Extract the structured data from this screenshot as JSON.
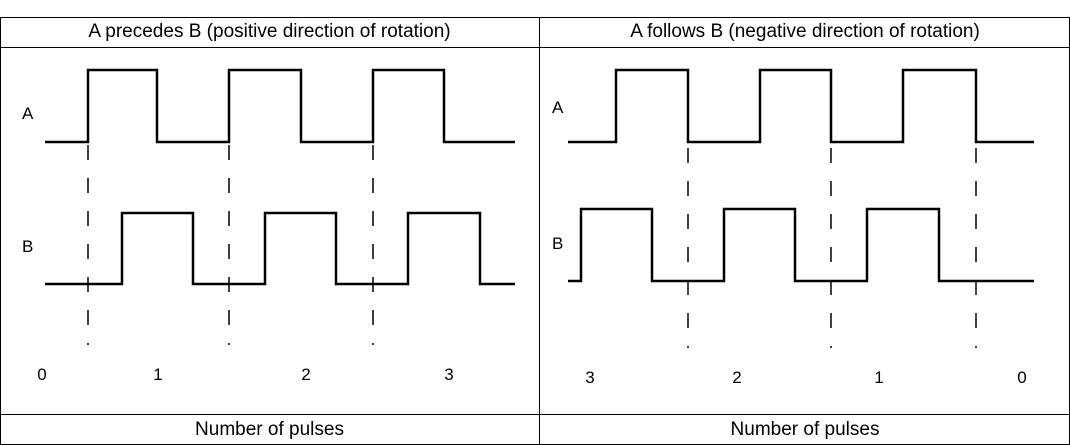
{
  "left_panel": {
    "title": "A precedes B (positive direction of rotation)",
    "signal_a_label": "A",
    "signal_b_label": "B",
    "pulse_numbers": [
      "0",
      "1",
      "2",
      "3"
    ],
    "footer": "Number of pulses"
  },
  "right_panel": {
    "title": "A follows B (negative direction of rotation)",
    "signal_a_label": "A",
    "signal_b_label": "B",
    "pulse_numbers": [
      "3",
      "2",
      "1",
      "0"
    ],
    "footer": "Number of pulses"
  }
}
